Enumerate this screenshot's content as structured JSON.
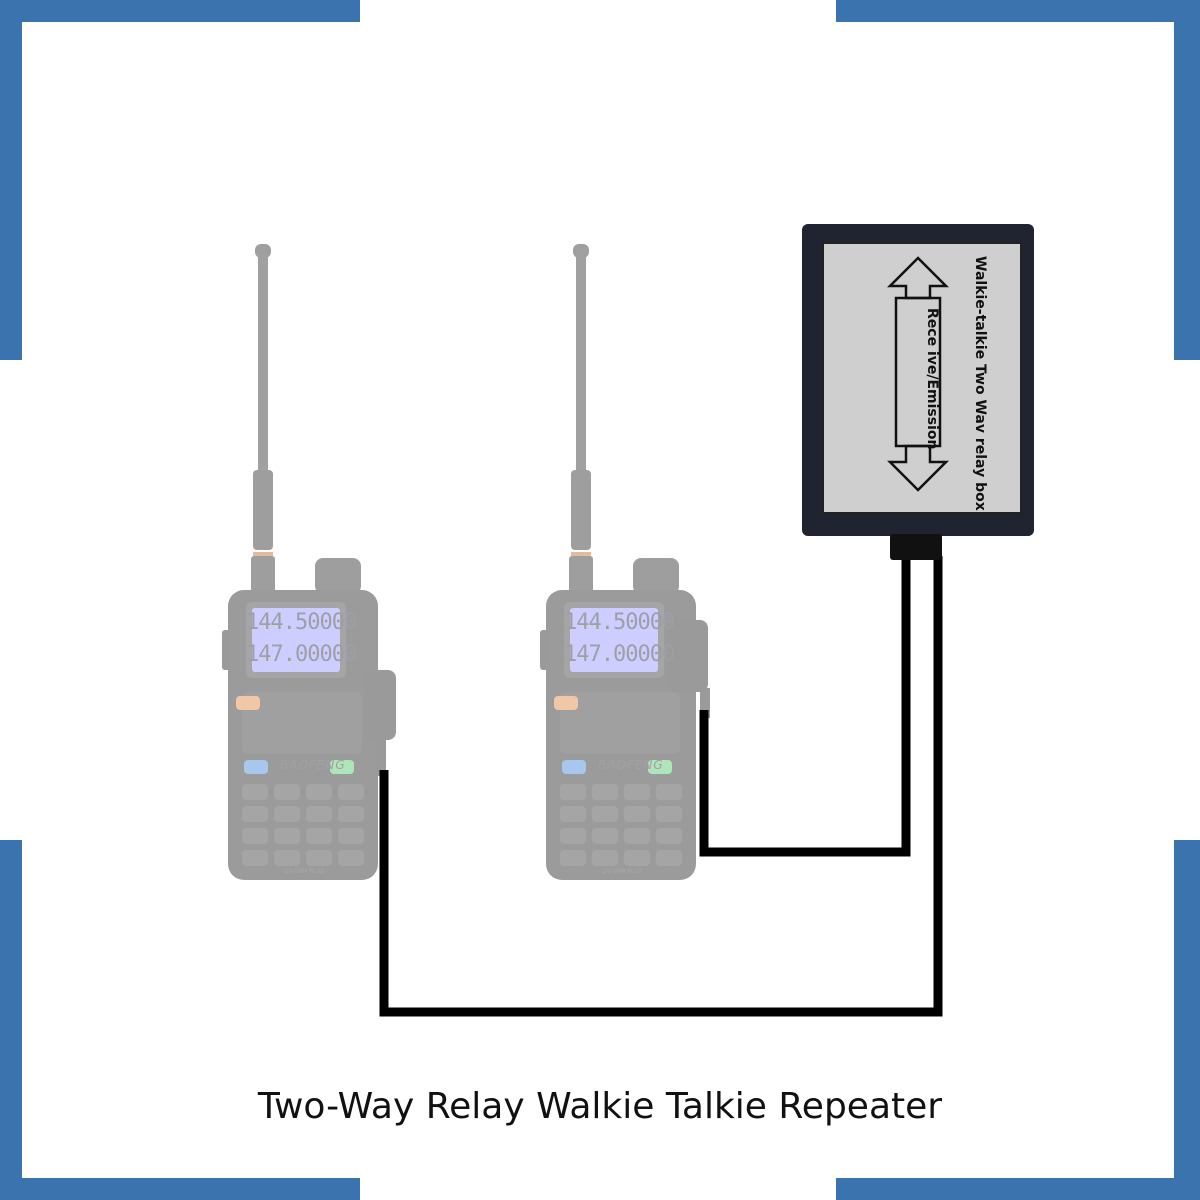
{
  "frame": {
    "accent_color": "#3a73ad"
  },
  "radio_left": {
    "display_line_1": "144.50000",
    "display_line_2": "147.00000",
    "brand": "BAOFENG",
    "model": "UV-5RM PLUS"
  },
  "radio_right": {
    "display_line_1": "144.50000",
    "display_line_2": "147.00000",
    "brand": "BAOFENG",
    "model": "UV-5RM PLUS"
  },
  "relay_box": {
    "title": "Walkie-talkie Two Wav relay box",
    "inner_label": "Rece ive/Emission"
  },
  "caption": "Two-Way Relay Walkie Talkie Repeater"
}
